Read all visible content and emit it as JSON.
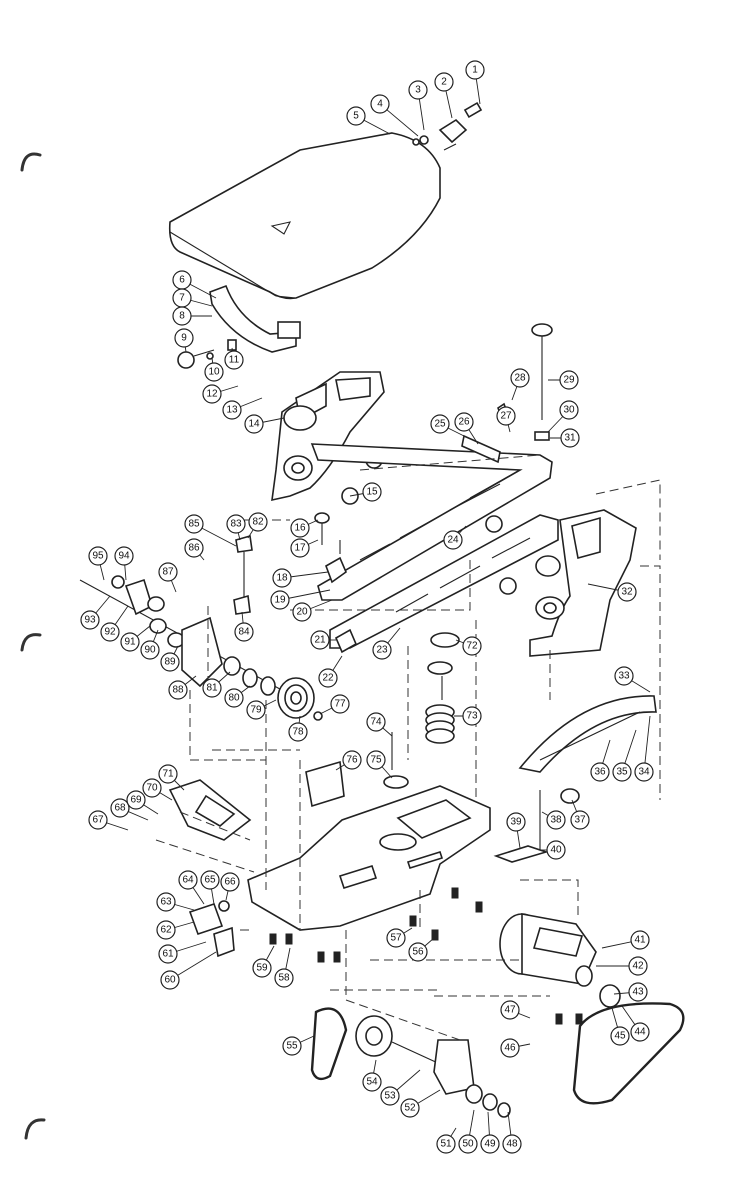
{
  "diagram": {
    "type": "exploded-parts-diagram",
    "callouts": [
      "1",
      "2",
      "3",
      "4",
      "5",
      "6",
      "7",
      "8",
      "9",
      "10",
      "11",
      "12",
      "13",
      "14",
      "15",
      "16",
      "17",
      "18",
      "19",
      "20",
      "21",
      "22",
      "23",
      "24",
      "25",
      "26",
      "27",
      "28",
      "29",
      "30",
      "31",
      "32",
      "33",
      "34",
      "35",
      "36",
      "37",
      "38",
      "39",
      "40",
      "41",
      "42",
      "43",
      "44",
      "45",
      "46",
      "47",
      "48",
      "49",
      "50",
      "51",
      "52",
      "53",
      "54",
      "55",
      "56",
      "57",
      "58",
      "59",
      "60",
      "61",
      "62",
      "63",
      "64",
      "65",
      "66",
      "67",
      "68",
      "69",
      "70",
      "71",
      "72",
      "73",
      "74",
      "75",
      "76",
      "77",
      "78",
      "79",
      "80",
      "81",
      "82",
      "83",
      "84",
      "85",
      "86",
      "87",
      "88",
      "89",
      "90",
      "91",
      "92",
      "93",
      "94",
      "95"
    ]
  }
}
